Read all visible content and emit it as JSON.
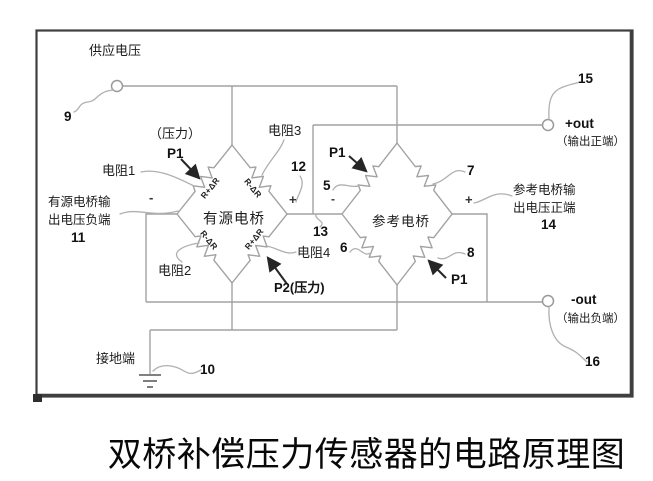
{
  "labels": {
    "supply_voltage": "供应电压",
    "n9": "9",
    "pressure_p1": "（压力）",
    "p1_active": "P1",
    "resistor1": "电阻1",
    "active_out_neg": "有源电桥输\n出电压负端",
    "n11": "11",
    "minus_active": "-",
    "resistor3": "电阻3",
    "n12": "12",
    "plus_active": "+",
    "active_bridge": "有源电桥",
    "r_tl": "R+ΔR",
    "r_tr": "R-ΔR",
    "r_bl": "R-ΔR",
    "r_br": "R+ΔR",
    "resistor2": "电阻2",
    "p2_pressure": "P2(压力)",
    "resistor4": "电阻4",
    "n13": "13",
    "n5": "5",
    "minus_ref": "-",
    "p1_ref_top": "P1",
    "n7": "7",
    "plus_ref": "+",
    "ref_bridge": "参考电桥",
    "n6": "6",
    "n8": "8",
    "p1_ref_bottom": "P1",
    "ref_out_pos": "参考电桥输\n出电压正端",
    "n14": "14",
    "out_pos": "+out",
    "out_pos_sub": "（输出正端）",
    "n15": "15",
    "out_neg": "-out",
    "out_neg_sub": "（输出负端）",
    "n16": "16",
    "ground": "接地端",
    "n10": "10"
  },
  "caption": "双桥补偿压力传感器的电路原理图",
  "colors": {
    "wire": "#a2a2a2",
    "leader": "#b0b0b0",
    "border": "#3f3f3f",
    "text": "#1c1c1c",
    "arrow": "#262626",
    "background": "#ffffff"
  }
}
